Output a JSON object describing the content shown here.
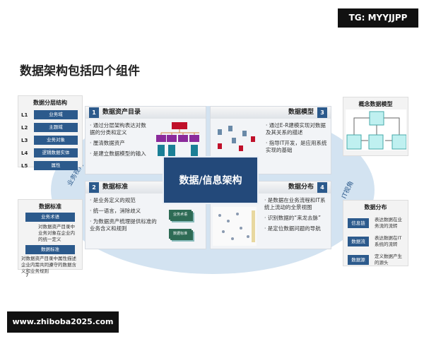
{
  "watermark_top": "TG: MYYJJPP",
  "watermark_bottom": "www.zhiboba2025.com",
  "title": "数据架构包括四个组件",
  "center": "数据/信息架构",
  "side_labels": {
    "left": "业务视角",
    "right": "IT视角"
  },
  "quadrants": [
    {
      "num": "1",
      "title": "数据资产目录",
      "bullets": [
        "· 通过分层架构表达对数据的分类和定义",
        "· 厘清数据资产",
        "· 是建立数据模型的输入"
      ]
    },
    {
      "num": "2",
      "title": "数据标准",
      "bullets": [
        "· 是业务定义的规范",
        "· 统一语言，消除歧义",
        "· 为数据资产梳理提供标准的业务含义和规则"
      ],
      "cards": [
        "业务术语",
        "数据标准"
      ]
    },
    {
      "num": "3",
      "title": "数据模型",
      "bullets": [
        "· 通过E-R建模实现对数据及其关系的描述",
        "· 指导IT开发，是应用系统实现的基础"
      ]
    },
    {
      "num": "4",
      "title": "数据分布",
      "bullets": [
        "· 是数据在业务流程和IT系统上流动的全景视图",
        "· 识别数据的“来龙去脉”",
        "· 是定位数据问题的导航"
      ]
    }
  ],
  "layers": {
    "title": "数据分层结构",
    "items": [
      {
        "level": "L1",
        "name": "业务域"
      },
      {
        "level": "L2",
        "name": "主题域"
      },
      {
        "level": "L3",
        "name": "业务对象"
      },
      {
        "level": "L4",
        "name": "逻辑数据实体"
      },
      {
        "level": "L5",
        "name": "属性"
      }
    ]
  },
  "standards": {
    "title": "数据标准",
    "term": "业务术语",
    "term_desc": "对数据资产目录中业务对象在企业内的统一定义",
    "std": "数据标准",
    "std_desc": "对数据资产目录中属性描述企业内需共同遵守的数据含义和业务规则"
  },
  "concept": {
    "title": "概念数据模型"
  },
  "distribution": {
    "title": "数据分布",
    "items": [
      {
        "label": "信息链",
        "desc": "表达数据在业务流的流转"
      },
      {
        "label": "数据流",
        "desc": "表达数据在IT系统的流转"
      },
      {
        "label": "数据源",
        "desc": "定义数据产生的源头"
      }
    ]
  },
  "page_number": "7"
}
